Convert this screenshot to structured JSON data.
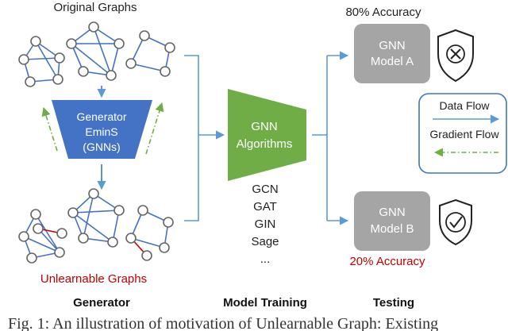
{
  "colors": {
    "graph_node_fill": "#ffffff",
    "graph_edge_blue": "#4472c4",
    "graph_edge_red": "#c00000",
    "generator_fill": "#4472c4",
    "gnn_fill": "#70ad47",
    "model_box_fill": "#a5a5a5",
    "flow_arrow": "#5b9bd5",
    "gradient_arrow": "#70ad47",
    "accuracy_red": "#c00000",
    "legend_border": "#4472c4"
  },
  "generator": {
    "original_label": "Original Graphs",
    "title_line1": "Generator",
    "title_line2": "EminS",
    "title_line3": "(GNNs)",
    "unlearnable_label": "Unlearnable Graphs"
  },
  "gnn": {
    "line1": "GNN",
    "line2": "Algorithms",
    "algorithms": [
      "GCN",
      "GAT",
      "GIN",
      "Sage",
      "..."
    ]
  },
  "testing": {
    "model_a": {
      "line1": "GNN",
      "line2": "Model A",
      "accuracy": "80% Accuracy",
      "icon": "shield-x-icon"
    },
    "model_b": {
      "line1": "GNN",
      "line2": "Model B",
      "accuracy": "20% Accuracy",
      "icon": "shield-check-icon"
    }
  },
  "legend": {
    "data_flow": "Data Flow",
    "gradient_flow": "Gradient Flow"
  },
  "stages": {
    "generator": "Generator",
    "model_training": "Model Training",
    "testing": "Testing"
  },
  "caption": "Fig. 1: An illustration of motivation of Unlearnable Graph: Existing"
}
